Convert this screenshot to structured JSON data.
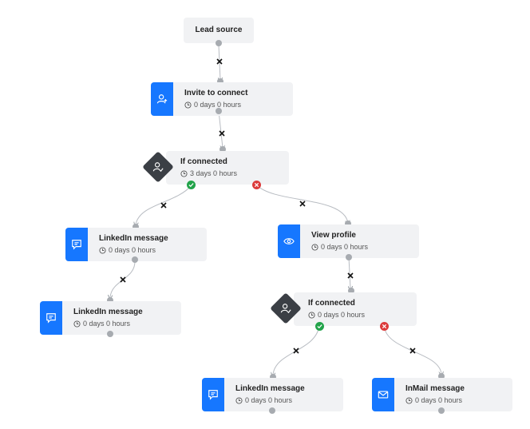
{
  "nodes": {
    "lead_source": {
      "title": "Lead source"
    },
    "invite": {
      "title": "Invite to connect",
      "duration": "0 days 0 hours",
      "icon": "add-user-icon"
    },
    "if_connected_1": {
      "title": "If connected",
      "duration": "3 days 0 hours",
      "icon": "user-check-icon"
    },
    "linkedin_msg_1": {
      "title": "LinkedIn message",
      "duration": "0 days 0 hours",
      "icon": "chat-icon"
    },
    "linkedin_msg_2": {
      "title": "LinkedIn message",
      "duration": "0 days 0 hours",
      "icon": "chat-icon"
    },
    "view_profile": {
      "title": "View profile",
      "duration": "0 days 0 hours",
      "icon": "eye-icon"
    },
    "if_connected_2": {
      "title": "If connected",
      "duration": "0 days 0 hours",
      "icon": "user-check-icon"
    },
    "linkedin_msg_3": {
      "title": "LinkedIn message",
      "duration": "0 days 0 hours",
      "icon": "chat-icon"
    },
    "inmail_msg": {
      "title": "InMail message",
      "duration": "0 days 0 hours",
      "icon": "mail-icon"
    }
  },
  "colors": {
    "accent": "#1677ff",
    "condition": "#3b3f45",
    "yes": "#22a34a",
    "no": "#dc3b3b",
    "node_bg": "#f1f2f4",
    "wire": "#b8bcc2"
  }
}
